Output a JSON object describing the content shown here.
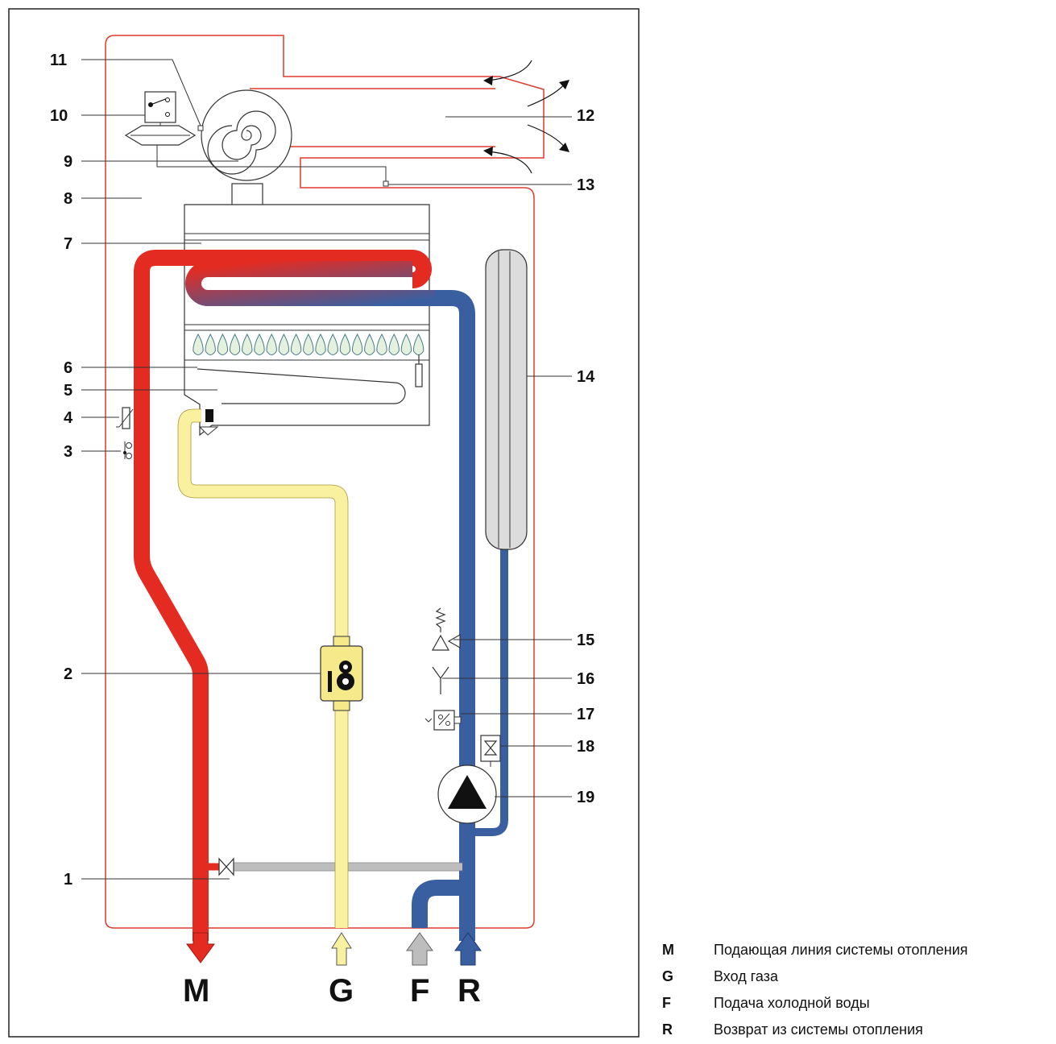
{
  "callouts": {
    "n1": "1",
    "n2": "2",
    "n3": "3",
    "n4": "4",
    "n5": "5",
    "n6": "6",
    "n7": "7",
    "n8": "8",
    "n9": "9",
    "n10": "10",
    "n11": "11",
    "n12": "12",
    "n13": "13",
    "n14": "14",
    "n15": "15",
    "n16": "16",
    "n17": "17",
    "n18": "18",
    "n19": "19"
  },
  "connections": {
    "m": "M",
    "g": "G",
    "f": "F",
    "r": "R"
  },
  "legend": [
    {
      "key": "M",
      "text": "Подающая линия системы отопления"
    },
    {
      "key": "G",
      "text": "Вход газа"
    },
    {
      "key": "F",
      "text": "Подача холодной воды"
    },
    {
      "key": "R",
      "text": "Возврат из системы отопления"
    }
  ],
  "colors": {
    "flow": "#e42b21",
    "return": "#3a5fa0",
    "gas": "#f9f1a0",
    "cold": "#bdbdbd",
    "casing": "#e03a2f"
  }
}
